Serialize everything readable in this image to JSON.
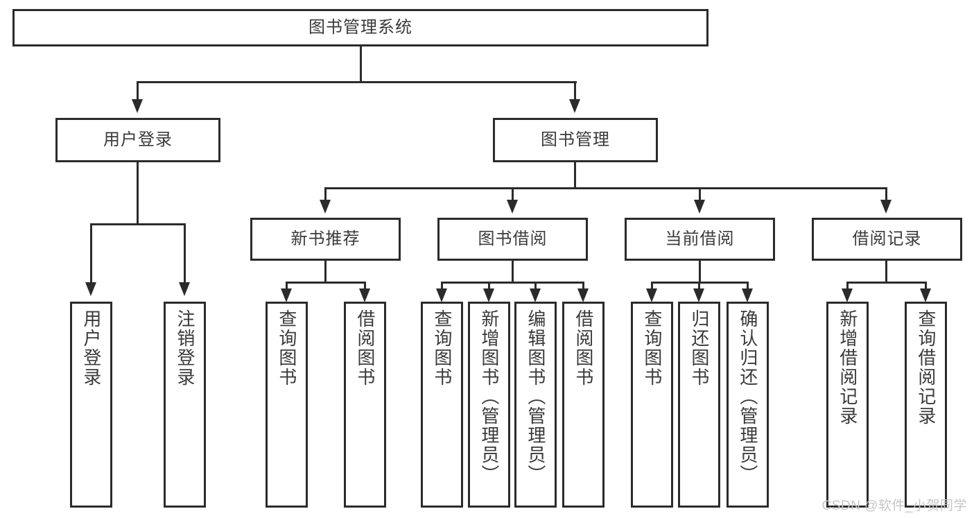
{
  "diagram": {
    "type": "tree",
    "title": "图书管理系统",
    "orientation": "top-down",
    "colors": {
      "stroke": "#2b2b2b",
      "fill": "#ffffff",
      "text": "#3a3a3a",
      "watermark": "#c6c6c6"
    },
    "root": {
      "label": "图书管理系统"
    },
    "level2": [
      {
        "label": "用户登录"
      },
      {
        "label": "图书管理"
      }
    ],
    "level3": [
      {
        "label": "新书推荐"
      },
      {
        "label": "图书借阅"
      },
      {
        "label": "当前借阅"
      },
      {
        "label": "借阅记录"
      }
    ],
    "leaves": {
      "user_login": [
        {
          "label": "用户登录"
        },
        {
          "label": "注销登录"
        }
      ],
      "new_book": [
        {
          "label": "查询图书"
        },
        {
          "label": "借阅图书"
        }
      ],
      "book_borrow": [
        {
          "label": "查询图书"
        },
        {
          "label": "新增图书（管理员）"
        },
        {
          "label": "编辑图书（管理员）"
        },
        {
          "label": "借阅图书"
        }
      ],
      "current_borrow": [
        {
          "label": "查询图书"
        },
        {
          "label": "归还图书"
        },
        {
          "label": "确认归还（管理员）"
        }
      ],
      "borrow_record": [
        {
          "label": "新增借阅记录"
        },
        {
          "label": "查询借阅记录"
        }
      ]
    },
    "watermark": "CSDN @软件_小贺同学"
  }
}
